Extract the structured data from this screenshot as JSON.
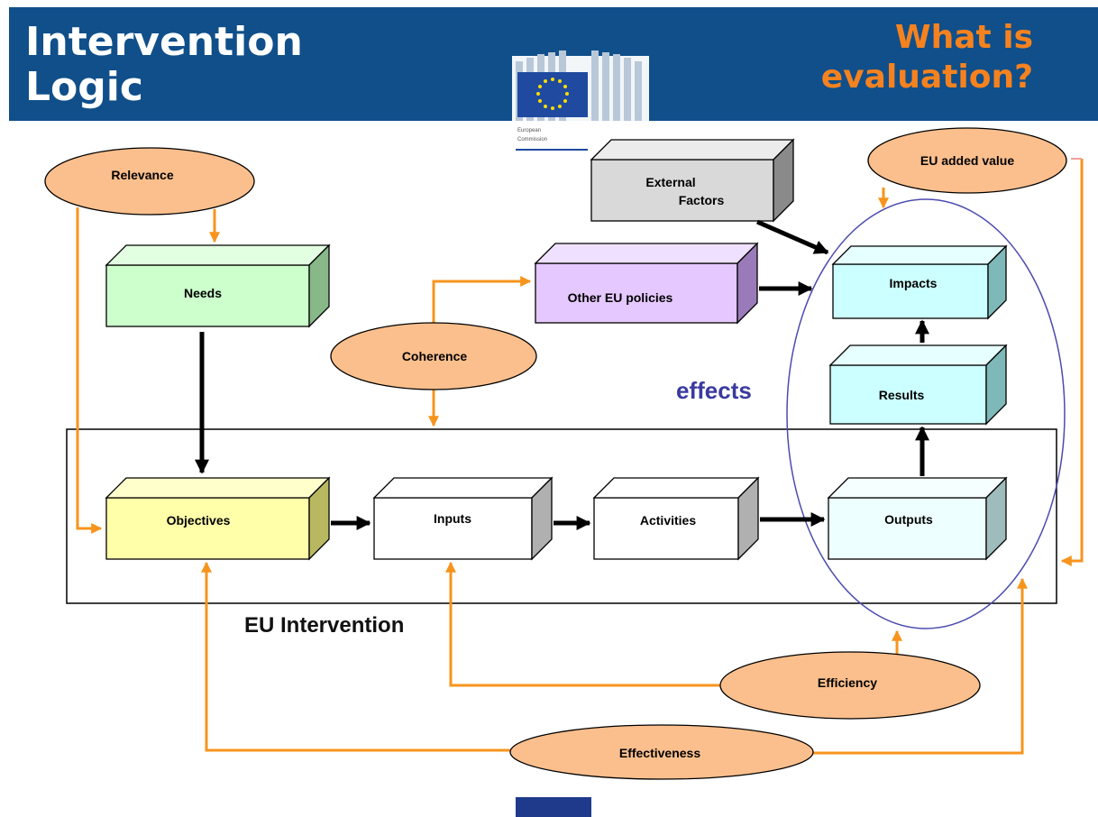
{
  "header": {
    "title_line1": "Intervention",
    "title_line2": "Logic",
    "subtitle_line1": "What is",
    "subtitle_line2": "evaluation?",
    "logo_caption_line1": "European",
    "logo_caption_line2": "Commission",
    "background_color": "#104f8a",
    "subtitle_color": "#f5821f"
  },
  "boxes": {
    "needs": "Needs",
    "external_factors_line1": "External",
    "external_factors_line2": "Factors",
    "other_eu_policies": "Other EU policies",
    "impacts": "Impacts",
    "results": "Results",
    "objectives": "Objectives",
    "inputs": "Inputs",
    "activities": "Activities",
    "outputs": "Outputs"
  },
  "criteria": {
    "relevance": "Relevance",
    "coherence": "Coherence",
    "eu_added_value": "EU added value",
    "efficiency": "Efficiency",
    "effectiveness": "Effectiveness"
  },
  "labels": {
    "effects": "effects",
    "eu_intervention": "EU Intervention"
  },
  "colors": {
    "criteria_fill": "#fbbf8d",
    "flow_arrow": "#f7941d",
    "needs_fill": "#ccffcc",
    "objectives_fill": "#ffffaa",
    "other_eu_policies_fill": "#e5c8ff",
    "external_factors_fill": "#d9d9d9",
    "effects_fill": "#ccffff",
    "outputs_fill": "#eeffff",
    "effects_ellipse": "#4b4bb0"
  }
}
